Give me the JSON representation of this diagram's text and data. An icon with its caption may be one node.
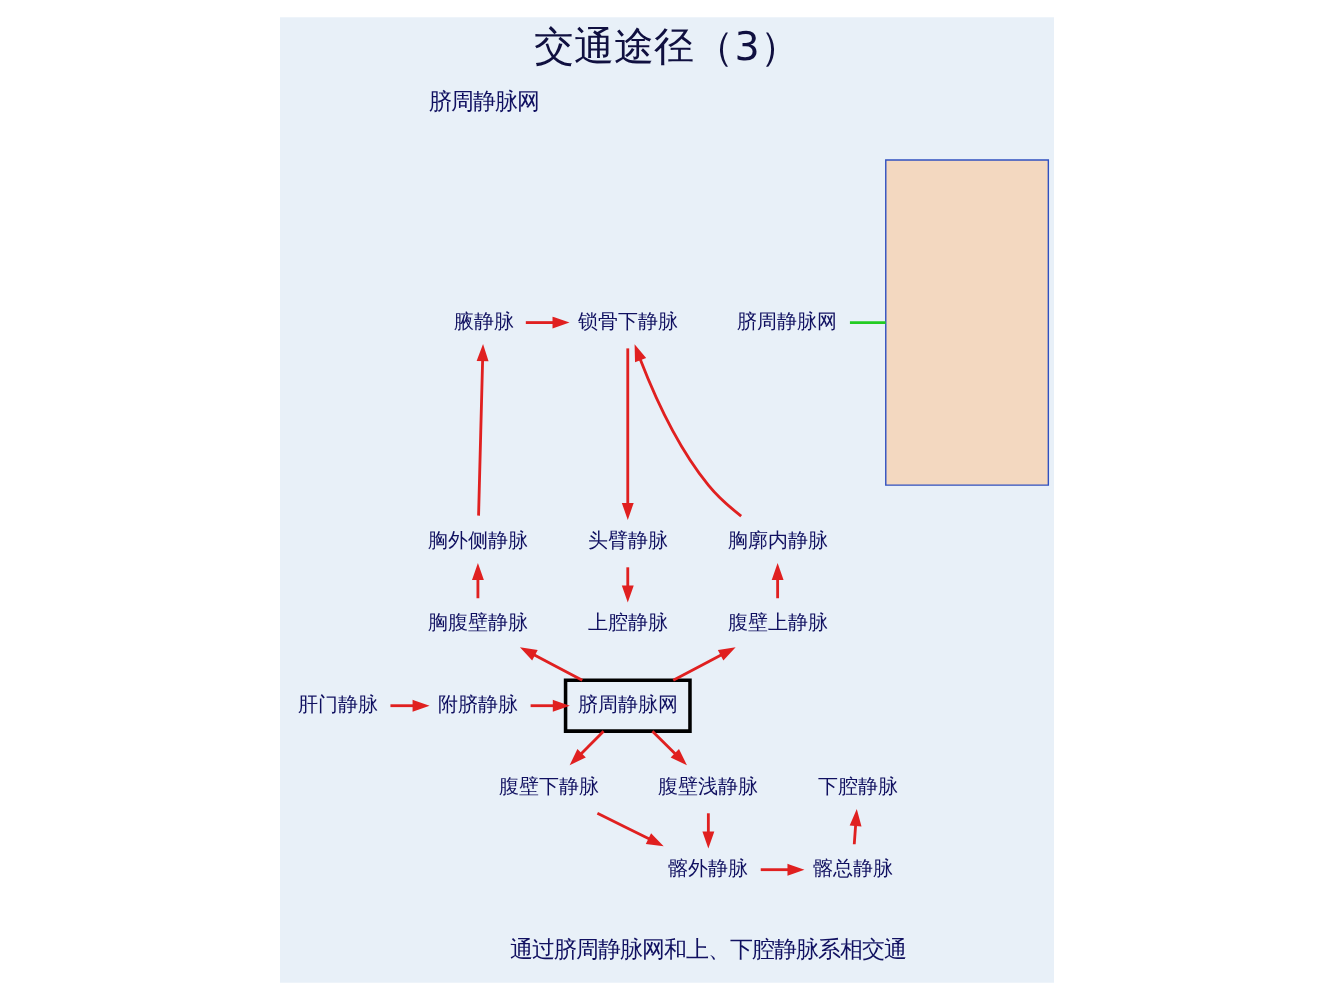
{
  "diagram": {
    "title": "交通途径（3）",
    "nodes": [
      {
        "text": [
          "腋静脉"
        ]
      },
      {
        "text": [
          "锁骨下静脉"
        ]
      },
      {
        "text": [
          "胸外侧静脉"
        ]
      },
      {
        "text": [
          "胸廓内静脉"
        ]
      },
      {
        "text": [
          "头臂静脉"
        ]
      },
      {
        "text": [
          "胸腹壁静脉"
        ]
      },
      {
        "text": [
          "腹壁上静脉"
        ]
      },
      {
        "text": [
          "上腔静脉"
        ]
      },
      {
        "text": [
          "脐周静脉网"
        ]
      },
      {
        "text": [
          "附脐静脉"
        ]
      },
      {
        "text": [
          "肝门静脉"
        ]
      },
      {
        "text": [
          "腹壁浅静脉"
        ]
      },
      {
        "text": [
          "腹壁下静脉"
        ]
      },
      {
        "text": [
          "下腔静脉"
        ]
      },
      {
        "text": [
          "髂外静脉"
        ]
      },
      {
        "text": [
          "髂总静脉"
        ]
      },
      {
        "text": [],
        "shape": "box"
      },
      {
        "text": [
          "脐周静脉网"
        ]
      }
    ],
    "edges": [
      {
        "from": 2,
        "to": 0,
        "arrow": "to"
      },
      {
        "from": 0,
        "to": 1,
        "arrow": "to"
      },
      {
        "from": 3,
        "to": 1,
        "arrow": "to"
      },
      {
        "from": 1,
        "to": 4,
        "arrow": "to"
      },
      {
        "from": 4,
        "to": 7,
        "arrow": "to"
      },
      {
        "from": 5,
        "to": 2,
        "arrow": "to"
      },
      {
        "from": 6,
        "to": 3,
        "arrow": "to"
      },
      {
        "from": 8,
        "to": 5,
        "arrow": "to"
      },
      {
        "from": 8,
        "to": 6,
        "arrow": "to"
      },
      {
        "from": 10,
        "to": 9,
        "arrow": "to"
      },
      {
        "from": 9,
        "to": 8,
        "arrow": "to"
      },
      {
        "from": 8,
        "to": 11,
        "arrow": "to"
      },
      {
        "from": 8,
        "to": 12,
        "arrow": "to"
      },
      {
        "from": 11,
        "to": 14,
        "arrow": "to"
      },
      {
        "from": 12,
        "to": 14,
        "arrow": "to"
      },
      {
        "from": 14,
        "to": 15,
        "arrow": "to"
      },
      {
        "from": 15,
        "to": 13,
        "arrow": "to"
      },
      {
        "from": 17,
        "to": 16,
        "arrow": "none",
        "color": "#22cc22"
      }
    ],
    "labels": [
      "脐周静脉网",
      "通过脐周静脉网和上、下腔静脉系相交通"
    ]
  }
}
